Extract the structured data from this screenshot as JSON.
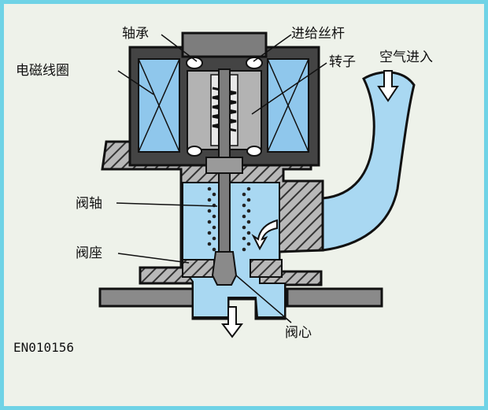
{
  "labels": {
    "bearing": "轴承",
    "feed_screw": "进给丝杆",
    "coil": "电磁线圈",
    "rotor": "转子",
    "air_in": "空气进入",
    "valve_shaft": "阀轴",
    "valve_seat": "阀座",
    "valve_core": "阀心"
  },
  "figure_code": "EN010156",
  "colors": {
    "air": "#a9d8f2",
    "coil": "#8fc7ec",
    "metal": "#7d7d7d",
    "light_metal": "#b3b3b3",
    "outline": "#111111",
    "frame": "#6fd3e6",
    "background": "#eef2ea"
  }
}
